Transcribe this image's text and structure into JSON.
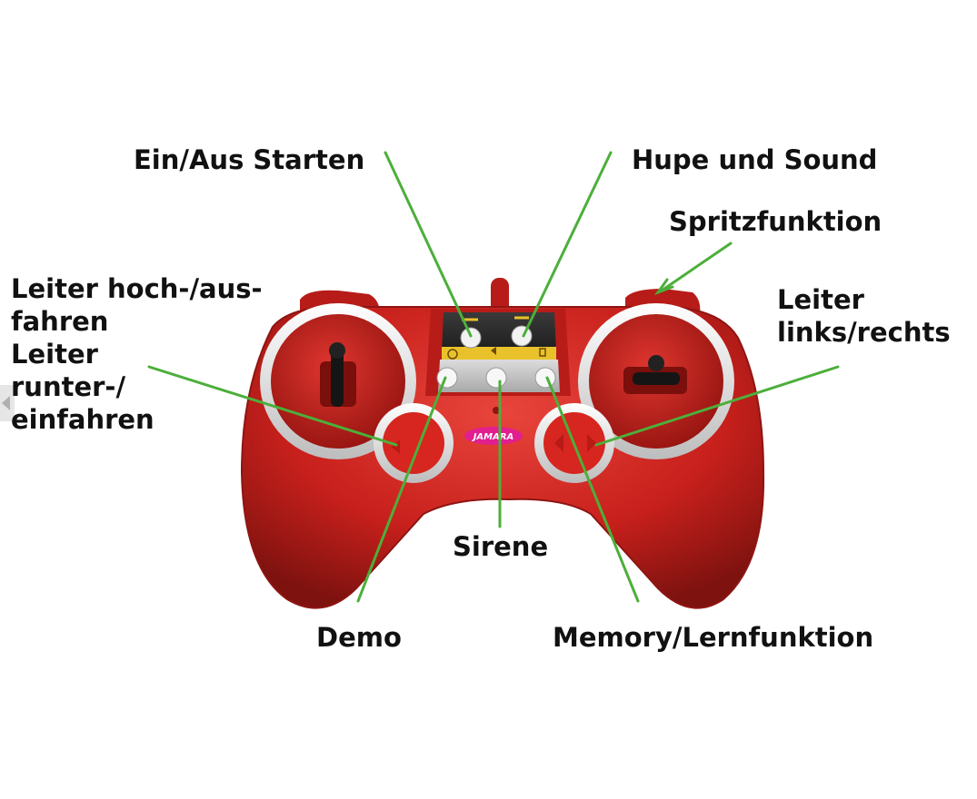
{
  "labels": {
    "power": "Ein/Aus Starten",
    "horn": "Hupe und Sound",
    "spray": "Spritzfunktion",
    "ladder_up": [
      "Leiter hoch-/aus-",
      "fahren",
      "Leiter",
      "runter-/",
      "einfahren"
    ],
    "ladder_lr": [
      "Leiter",
      "links/rechts"
    ],
    "siren": "Sirene",
    "demo": "Demo",
    "memory": "Memory/Lernfunktion"
  },
  "logo_text": "JAMARA",
  "colors": {
    "body": "#c8201c",
    "body_dark": "#8e1512",
    "ring": "#e4e4e4",
    "leader": "#4caf3a",
    "panel": "#2b2b2b"
  }
}
